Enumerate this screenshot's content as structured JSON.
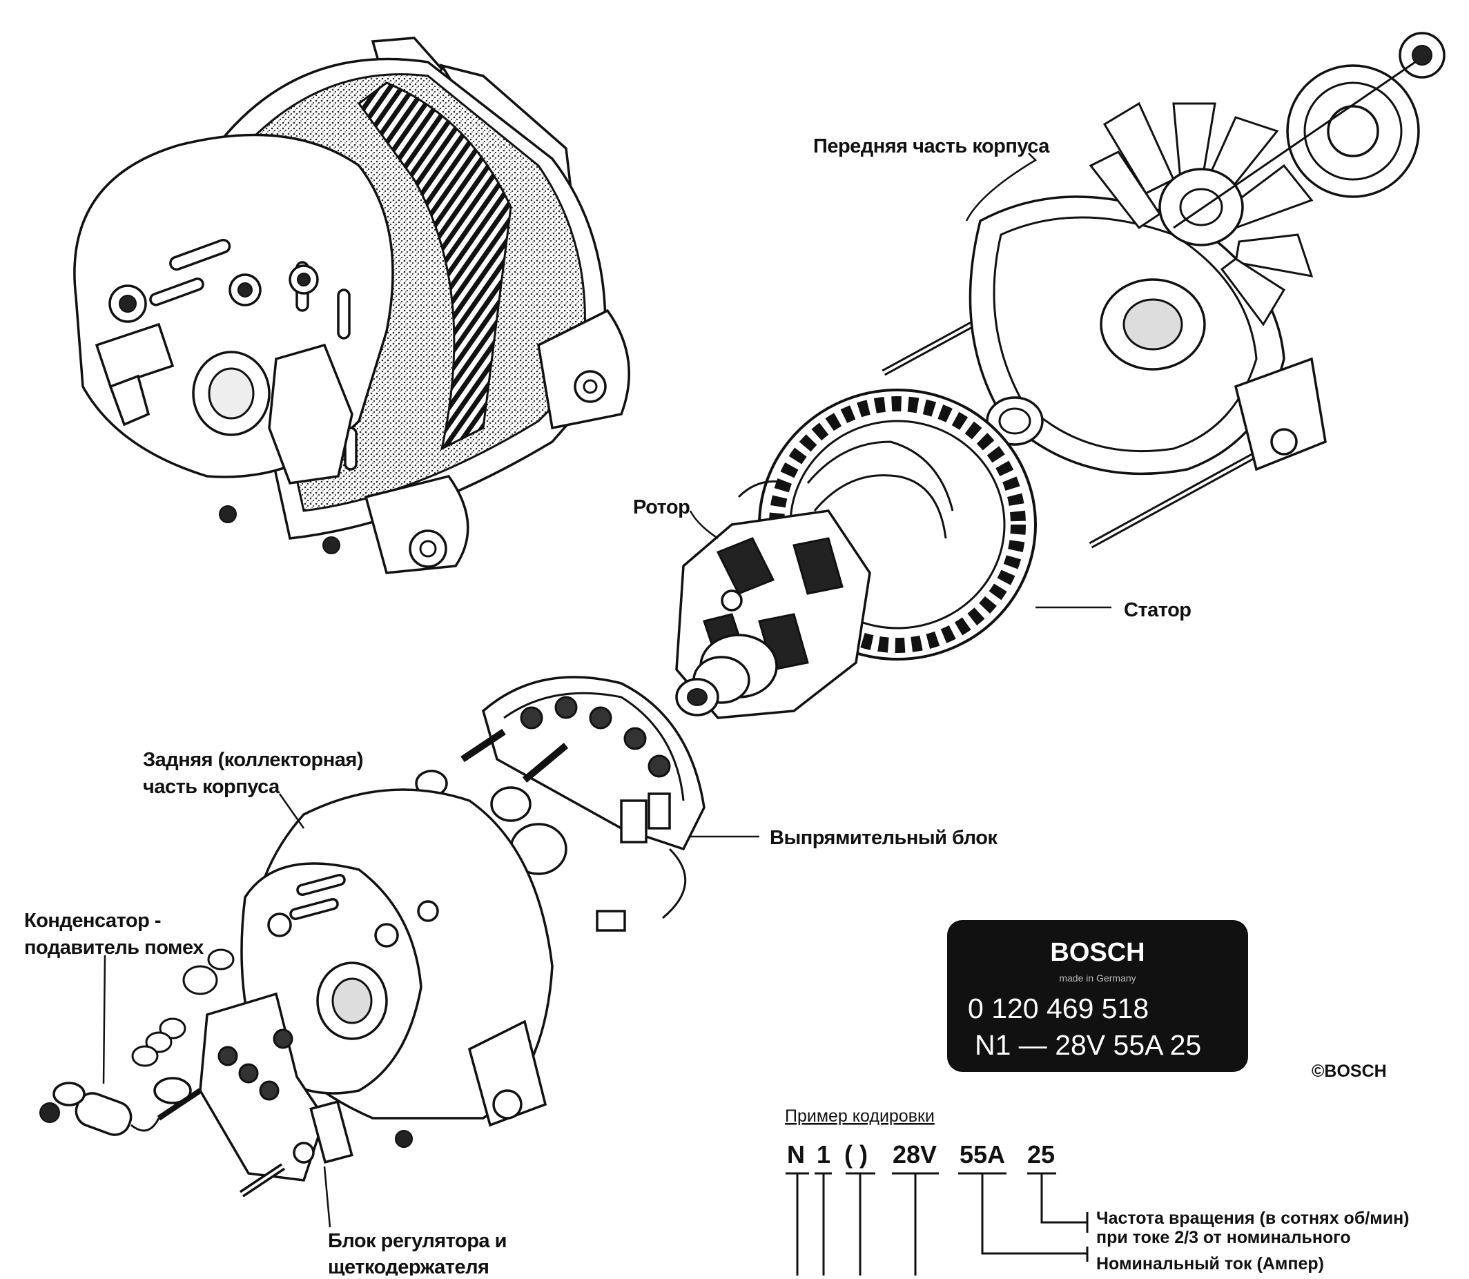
{
  "labels": {
    "front_housing": "Передняя часть корпуса",
    "rotor": "Ротор",
    "stator": "Статор",
    "rear_housing_line1": "Задняя (коллекторная)",
    "rear_housing_line2": "часть корпуса",
    "rectifier": "Выпрямительный блок",
    "capacitor_line1": "Конденсатор -",
    "capacitor_line2": "подавитель помех",
    "regulator_line1": "Блок регулятора и",
    "regulator_line2": "щеткодержателя"
  },
  "plate": {
    "brand": "BOSCH",
    "made_in": "made in Germany",
    "part_number": "0 120 469 518",
    "rating": "N1 — 28V 55A 25"
  },
  "copyright": "©BOSCH",
  "coding": {
    "title": "Пример кодировки",
    "codes": [
      "N",
      "1",
      "( )",
      "28V",
      "55A",
      "25"
    ],
    "desc_speed_line1": "Частота вращения (в сотнях об/мин)",
    "desc_speed_line2": "при токе 2/3 от номинального",
    "desc_current": "Номинальный ток (Ампер)"
  }
}
